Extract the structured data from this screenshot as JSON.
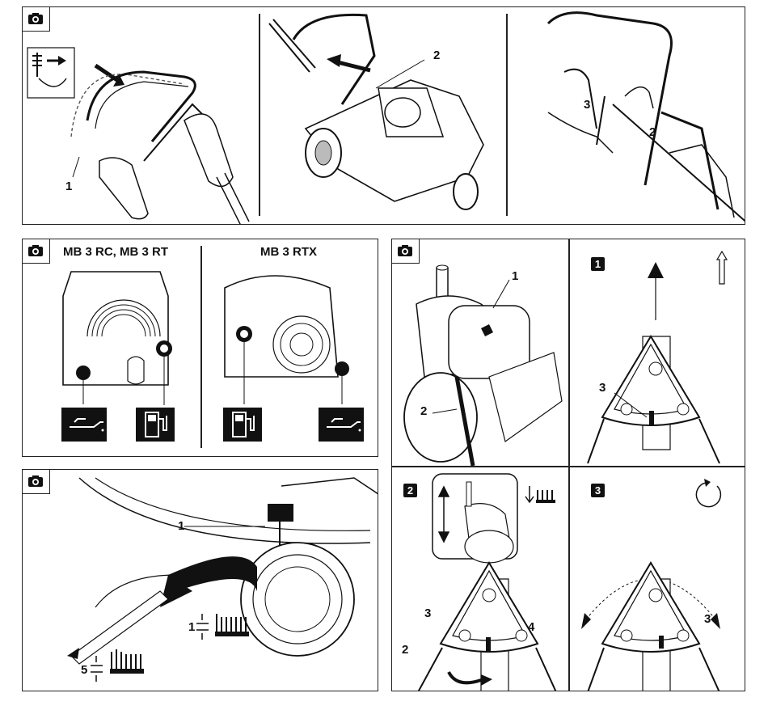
{
  "panel_top": {
    "a": {
      "label_1": "1"
    },
    "b": {
      "label_2": "2"
    },
    "c": {
      "label_3": "3",
      "label_2": "2"
    }
  },
  "panel_engine": {
    "left_title": "MB 3 RC, MB 3 RT",
    "right_title": "MB 3 RTX"
  },
  "panel_cut": {
    "label_1": "1",
    "setting_1": "1",
    "setting_5": "5"
  },
  "panel_handle": {
    "overview": {
      "label_1": "1",
      "label_2": "2"
    },
    "step1": {
      "num": "1",
      "label_3": "3"
    },
    "step2": {
      "num": "2",
      "label_3": "3",
      "label_4": "4",
      "label_2": "2"
    },
    "step3": {
      "num": "3",
      "label_3": "3"
    }
  }
}
